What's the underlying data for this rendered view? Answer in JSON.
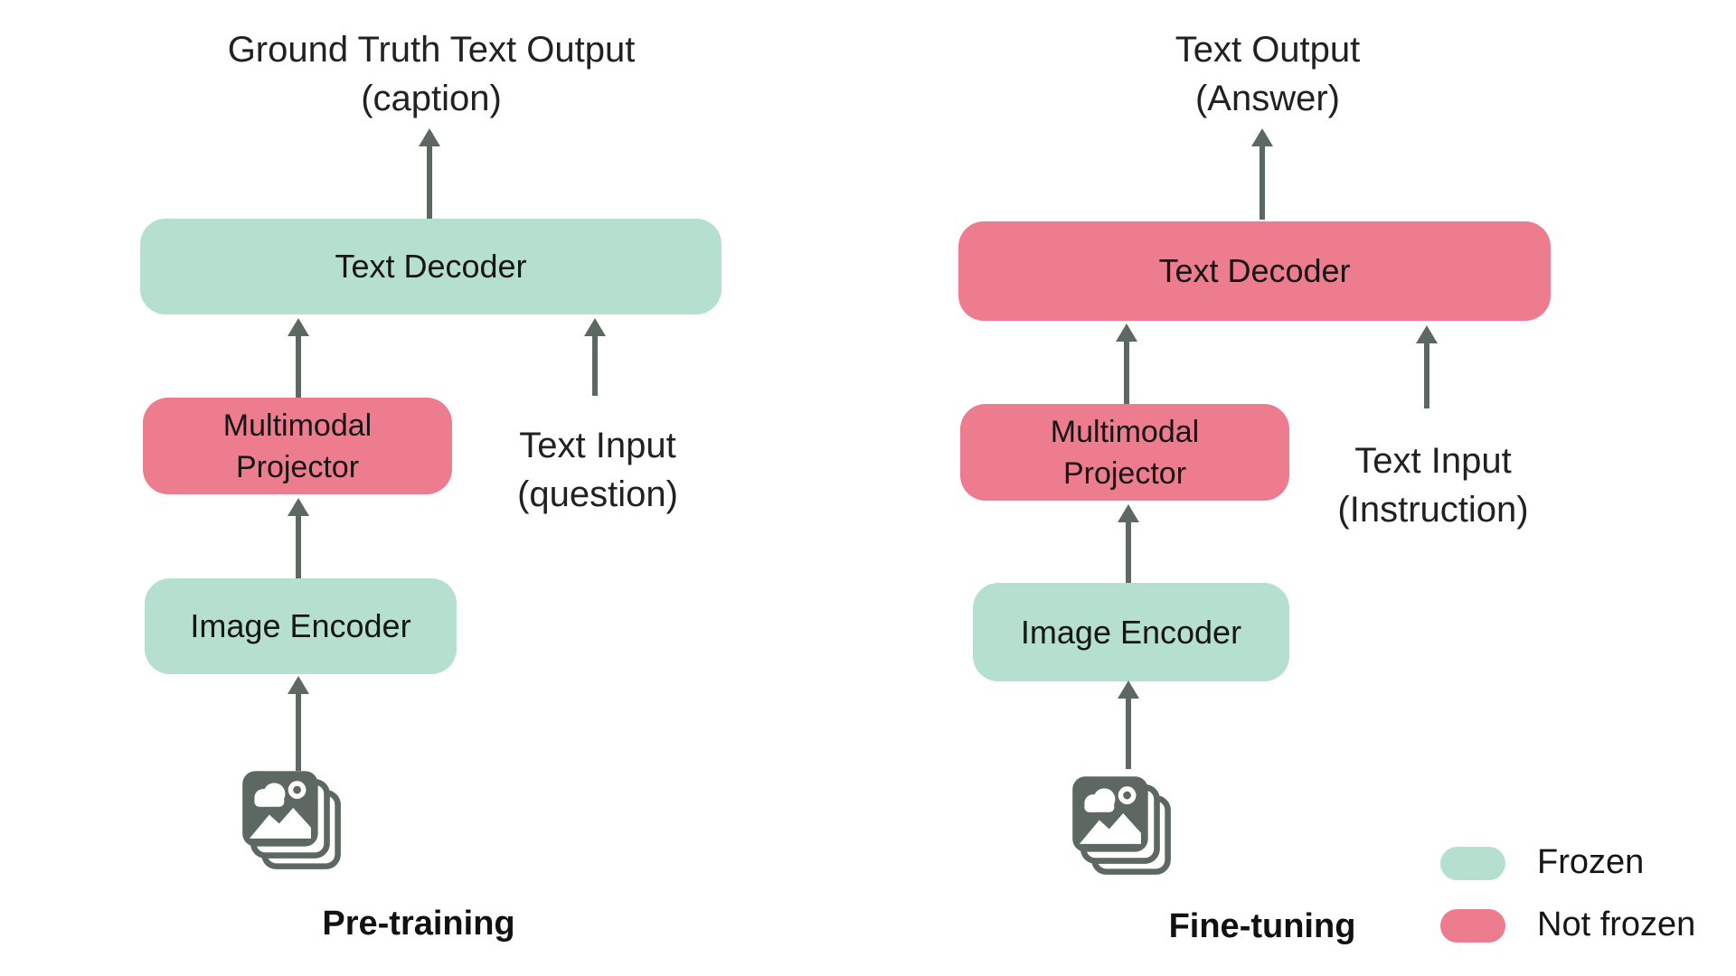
{
  "page": {
    "background": "#ffffff"
  },
  "colors": {
    "frozen": "#b5e0d0",
    "not_frozen": "#ed7d8e",
    "arrow": "#5e6862",
    "icon": "#5e6862",
    "text": "#212121"
  },
  "panels": {
    "left": {
      "caption": "Pre-training",
      "output_label": {
        "line1": "Ground Truth Text Output",
        "line2": "(caption)"
      },
      "text_input": {
        "line1": "Text Input",
        "line2": "(question)"
      },
      "boxes": {
        "text_decoder": {
          "label": "Text Decoder",
          "state": "frozen"
        },
        "multimodal_projector": {
          "line1": "Multimodal",
          "line2": "Projector",
          "state": "not_frozen"
        },
        "image_encoder": {
          "label": "Image Encoder",
          "state": "frozen"
        }
      },
      "input_icon": "images-stack-icon"
    },
    "right": {
      "caption": "Fine-tuning",
      "output_label": {
        "line1": "Text Output",
        "line2": "(Answer)"
      },
      "text_input": {
        "line1": "Text Input",
        "line2": "(Instruction)"
      },
      "boxes": {
        "text_decoder": {
          "label": "Text Decoder",
          "state": "not_frozen"
        },
        "multimodal_projector": {
          "line1": "Multimodal",
          "line2": "Projector",
          "state": "not_frozen"
        },
        "image_encoder": {
          "label": "Image Encoder",
          "state": "frozen"
        }
      },
      "input_icon": "images-stack-icon"
    }
  },
  "legend": {
    "items": [
      {
        "label": "Frozen",
        "color": "#b5e0d0",
        "state": "frozen"
      },
      {
        "label": "Not frozen",
        "color": "#ed7d8e",
        "state": "not_frozen"
      }
    ]
  }
}
